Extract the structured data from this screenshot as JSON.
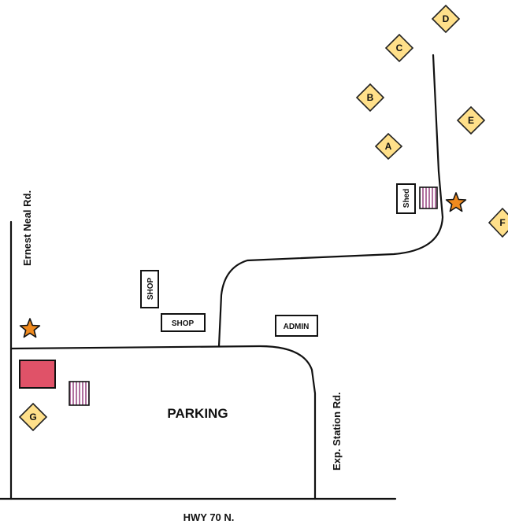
{
  "roads": {
    "ernest_neal": "Ernest Neal Rd.",
    "exp_station": "Exp. Station Rd.",
    "hwy": "HWY 70 N."
  },
  "buildings": {
    "shop_vertical": "SHOP",
    "shop_horizontal": "SHOP",
    "admin": "ADMIN",
    "shed": "Shed",
    "parking": "PARKING"
  },
  "markers": [
    "A",
    "B",
    "C",
    "D",
    "E",
    "F",
    "G"
  ],
  "colors": {
    "marker_fill": "#ffe08a",
    "star_fill": "#f08a1e",
    "red_building": "#e05268",
    "striped_building": "#c9a3c0"
  },
  "icons": {
    "star": "star-icon",
    "striped": "striped-structure-icon",
    "marker": "diamond-marker-icon"
  }
}
